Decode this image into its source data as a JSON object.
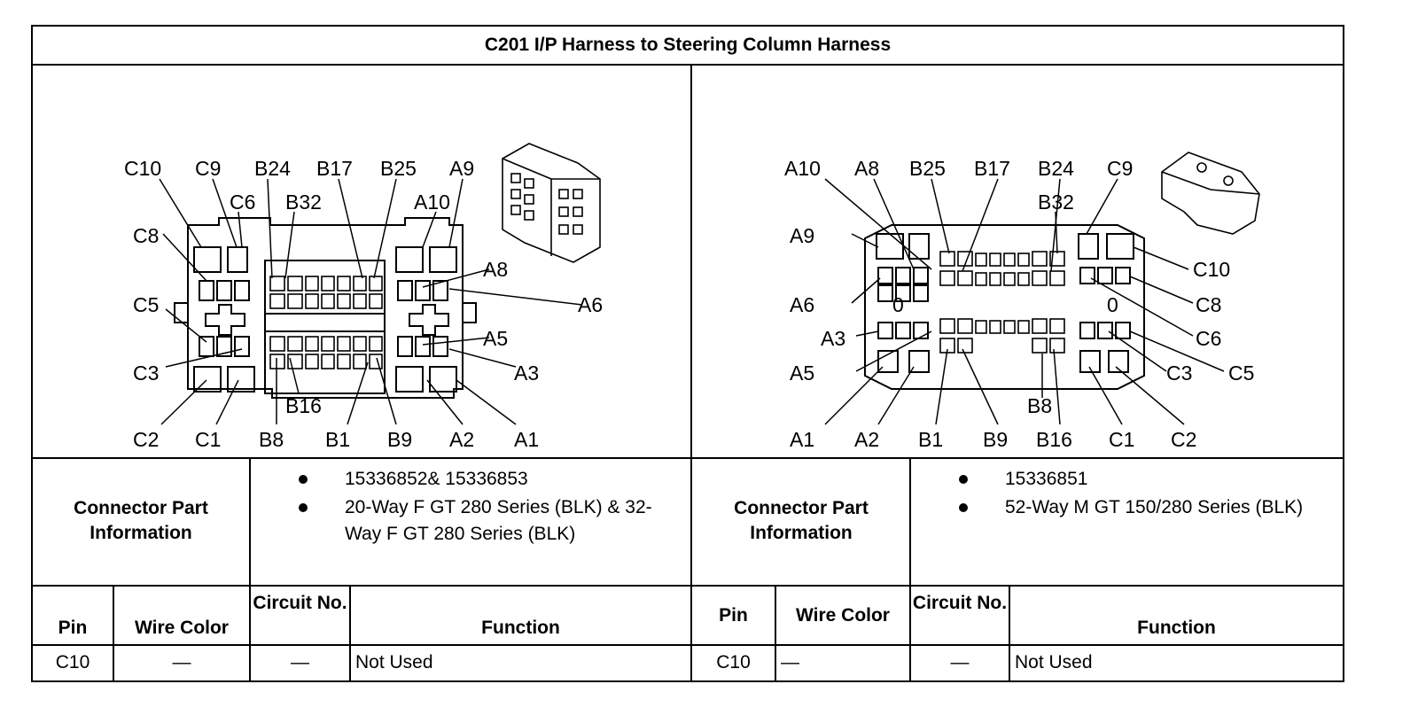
{
  "title": "C201 I/P Harness to Steering Column Harness",
  "left_connector": {
    "labels": [
      "C10",
      "C9",
      "C6",
      "B24",
      "B32",
      "B17",
      "B25",
      "A9",
      "A10",
      "C8",
      "A8",
      "A6",
      "C5",
      "A5",
      "C3",
      "A3",
      "B16",
      "C2",
      "C1",
      "B8",
      "B1",
      "B9",
      "A2",
      "A1"
    ],
    "info_label": "Connector Part Information",
    "part_info": [
      "15336852& 15336853",
      "20-Way F GT 280 Series (BLK) & 32-Way F GT 280 Series (BLK)"
    ]
  },
  "right_connector": {
    "labels": [
      "A10",
      "A8",
      "B25",
      "B17",
      "B24",
      "C9",
      "B32",
      "A9",
      "C10",
      "A6",
      "C8",
      "0",
      "0",
      "C6",
      "A3",
      "C3",
      "C5",
      "A5",
      "B8",
      "A1",
      "A2",
      "B1",
      "B9",
      "B16",
      "C1",
      "C2"
    ],
    "info_label": "Connector Part Information",
    "part_info": [
      "15336851",
      "52-Way M GT 150/280 Series (BLK)"
    ]
  },
  "table_headers": {
    "pin": "Pin",
    "wire_color": "Wire Color",
    "circuit_no": "Circuit No.",
    "function": "Function"
  },
  "left_rows": [
    {
      "pin": "C10",
      "wire_color": "—",
      "circuit": "—",
      "function": "Not Used"
    }
  ],
  "right_rows": [
    {
      "pin": "C10",
      "wire_color": "—",
      "circuit": "—",
      "function": "Not Used"
    }
  ]
}
